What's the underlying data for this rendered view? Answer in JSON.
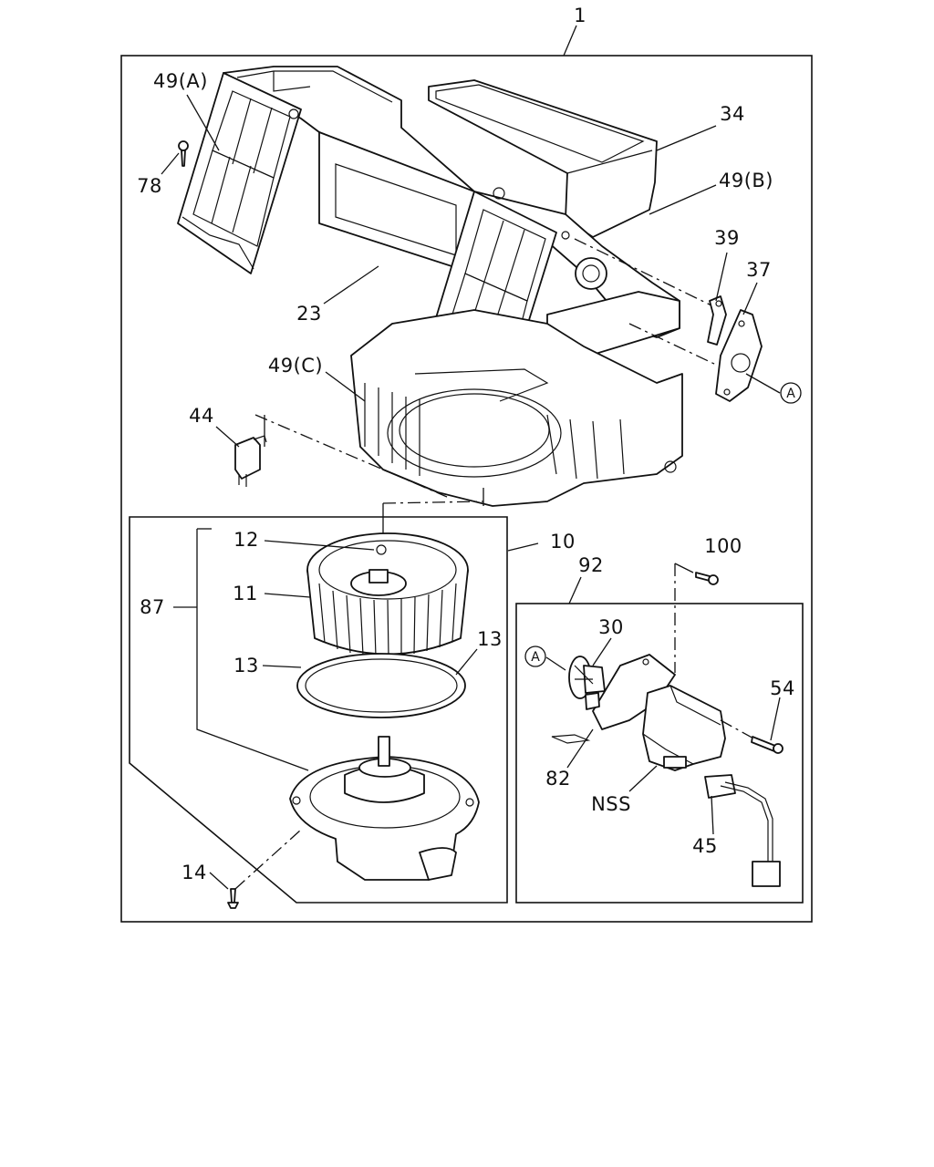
{
  "callouts": {
    "c1": "1",
    "c34": "34",
    "c49a": "49(A)",
    "c78": "78",
    "c49b": "49(B)",
    "c39": "39",
    "c37": "37",
    "c23": "23",
    "c49c": "49(C)",
    "c44": "44",
    "c12": "12",
    "c10": "10",
    "c100": "100",
    "c92": "92",
    "c11": "11",
    "c87": "87",
    "c13a": "13",
    "c13b": "13",
    "c30": "30",
    "c54": "54",
    "c82": "82",
    "cnss": "NSS",
    "c45": "45",
    "c14": "14"
  },
  "markers": {
    "ref_a_1": "A",
    "ref_a_2": "A"
  },
  "colors": {
    "line": "#111111",
    "background": "#ffffff"
  }
}
